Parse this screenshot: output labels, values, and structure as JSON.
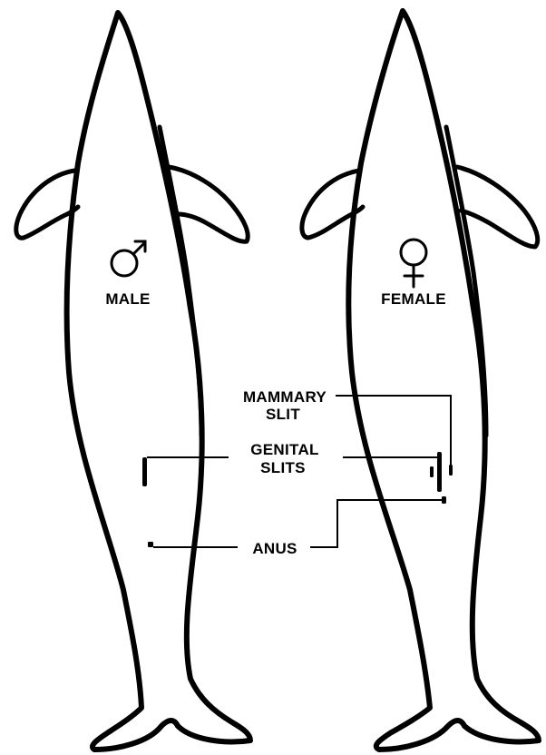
{
  "labels": {
    "male": "MALE",
    "female": "FEMALE",
    "mammary_line1": "MAMMARY",
    "mammary_line2": "SLIT",
    "genital_line1": "GENITAL",
    "genital_line2": "SLITS",
    "anus": "ANUS"
  },
  "symbols": {
    "male": "male-symbol",
    "female": "female-symbol"
  },
  "colors": {
    "line": "#000000",
    "background": "#ffffff"
  }
}
